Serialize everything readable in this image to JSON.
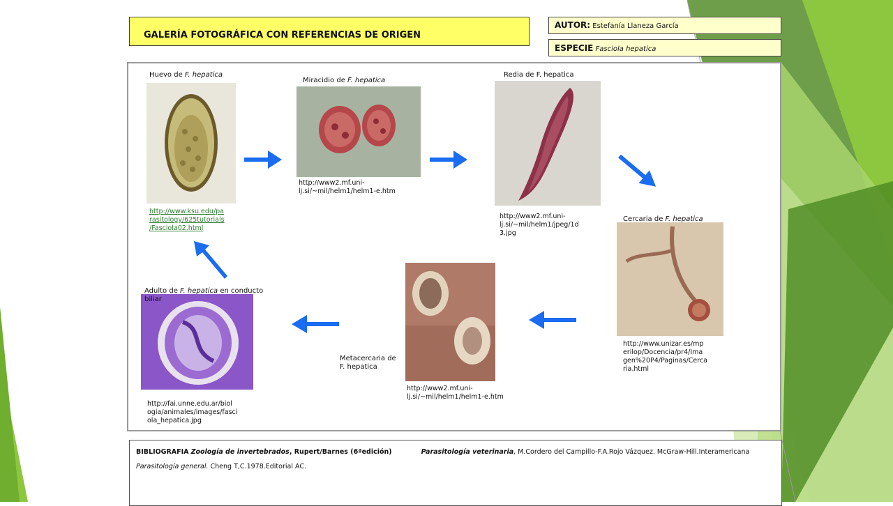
{
  "slide": {
    "title": "GALERÍA FOTOGRÁFICA CON REFERENCIAS DE ORIGEN",
    "author_label": "AUTOR:",
    "author_name": "Estefanía Llaneza García",
    "species_label": "ESPECIE",
    "species_name": "Fasciola hepatica"
  },
  "stages": {
    "egg": {
      "caption_prefix": "Huevo de ",
      "caption_species": "F. hepatica",
      "url_lines": [
        "http://www.ksu.edu/pa",
        "rasitology/625tutorials",
        "/Fasciola02.html"
      ]
    },
    "miracidium": {
      "caption_prefix": "Miracidio de ",
      "caption_species": "F. hepatica",
      "url_lines": [
        "http://www2.mf.uni-",
        "lj.si/~mil/helm1/helm1-e.htm"
      ]
    },
    "redia": {
      "caption": "Redia de F. hepatica",
      "url_lines": [
        "http://www2.mf.uni-",
        "lj.si/~mil/helm1/jpeg/1d",
        "3.jpg"
      ]
    },
    "cercaria": {
      "caption_prefix": "Cercaria de ",
      "caption_species": "F. hepatica",
      "url_lines": [
        "http://www.unizar.es/mp",
        "erilop/Docencia/pr4/Ima",
        "gen%20P4/Paginas/Cerca",
        "ria.html"
      ]
    },
    "metacercaria": {
      "caption_lines": [
        "Metacercaria de",
        "F. hepatica"
      ],
      "url_lines": [
        "http://www2.mf.uni-",
        "lj.si/~mil/helm1/helm1-e.htm"
      ]
    },
    "adult": {
      "caption_prefix": "Adulto de ",
      "caption_species": "F. hepatica",
      "caption_suffix": " en conducto",
      "caption_line2": "biliar",
      "url_lines": [
        "http://fai.unne.edu.ar/biol",
        "ogia/animales/images/fasci",
        "ola_hepatica.jpg"
      ]
    }
  },
  "bibliography": {
    "label": "BIBLIOGRAFIA",
    "ref1_title": "Zoología de invertebrados",
    "ref1_rest": ", Rupert/Barnes (6ªedición)",
    "ref2_title": "Parasitología veterinaria",
    "ref2_rest": ", M.Cordero del Campillo-F.A.Rojo Vázquez. McGraw-Hill.Interamericana",
    "ref3_title": "Parasitología general.",
    "ref3_rest": " Cheng T,C.1978.Editorial AC."
  },
  "icons": {
    "flow_arrows": "arrow-icon"
  },
  "colors": {
    "title_bg": "#ffff66",
    "info_bg": "#ffffcc",
    "arrow": "#1a6cf0",
    "decor_green": "#8dc63f"
  }
}
